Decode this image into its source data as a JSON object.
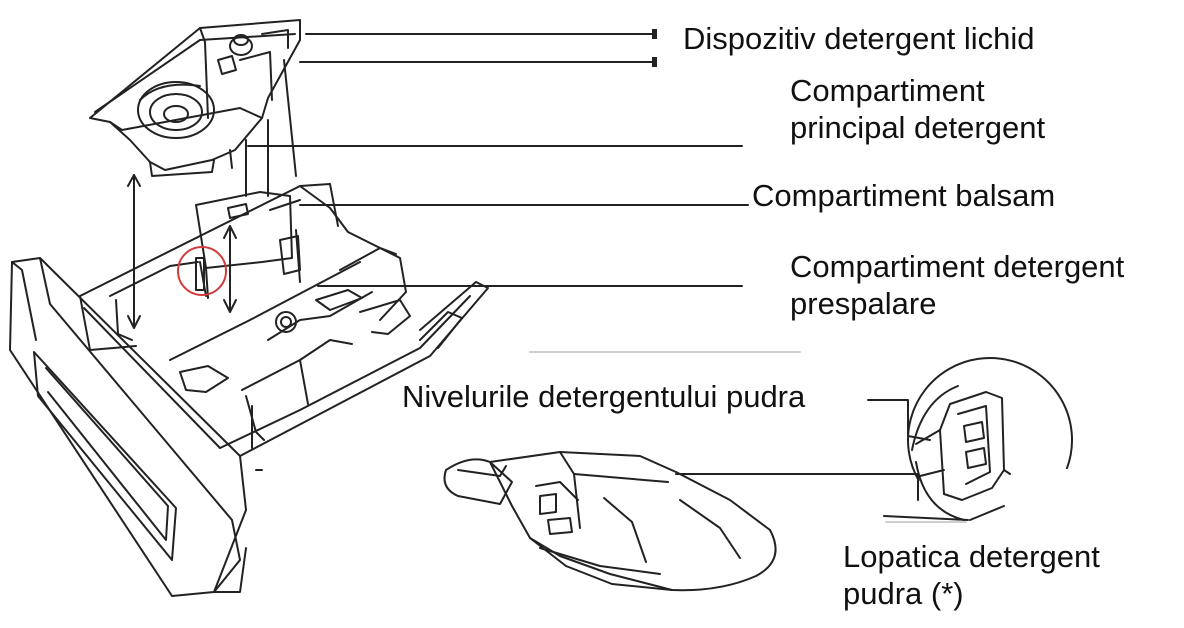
{
  "labels": {
    "liquid_device": [
      "Dispozitiv detergent lichid"
    ],
    "main_compartment": [
      "Compartiment",
      "principal detergent"
    ],
    "softener_compartment": [
      "Compartiment balsam"
    ],
    "prewash_compartment": [
      "Compartiment detergent",
      "prespalare"
    ],
    "powder_levels": [
      "Nivelurile detergentului pudra"
    ],
    "powder_scoop": [
      "Lopatica detergent",
      "pudra (*)"
    ]
  },
  "colors": {
    "line": "#222222",
    "highlight_circle": "#d23c3c",
    "text": "#111111",
    "background": "#ffffff"
  }
}
